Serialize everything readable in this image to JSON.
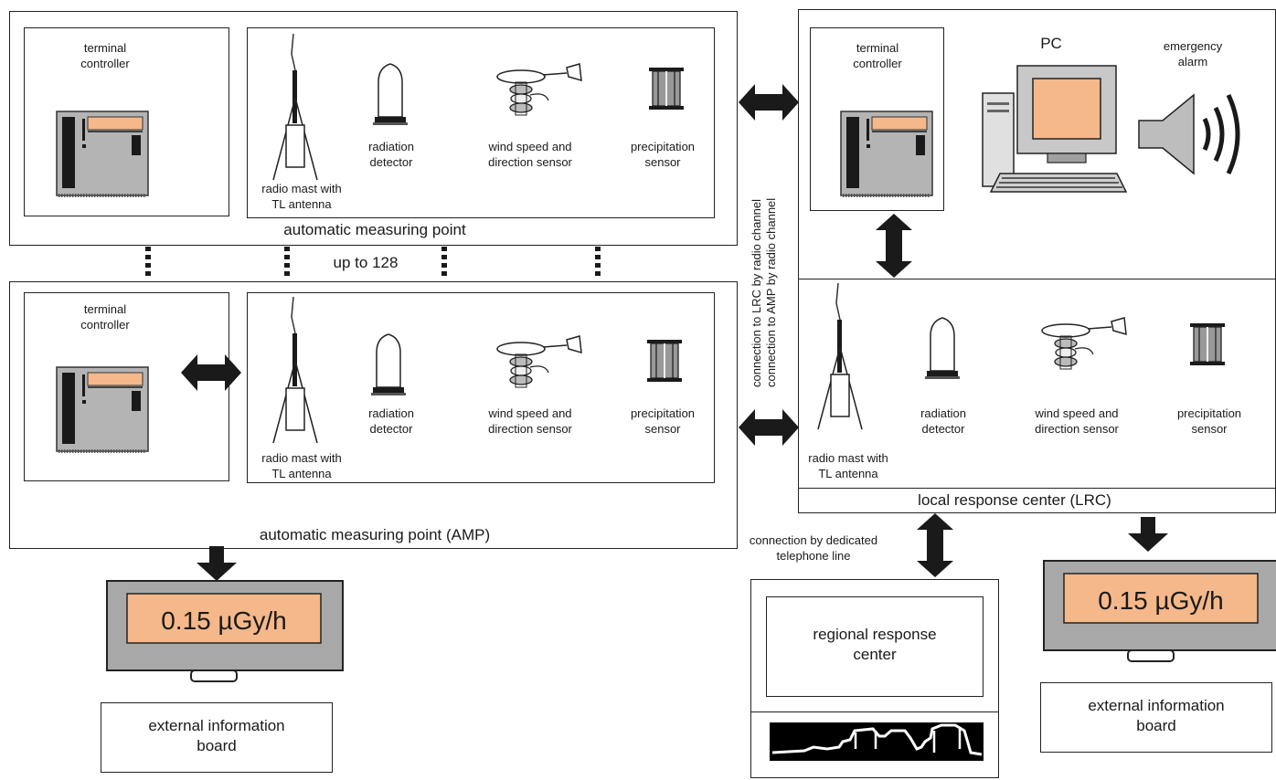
{
  "labels": {
    "terminal_controller": "terminal\ncontroller",
    "radio_mast": "radio mast with\nTL antenna",
    "radiation_detector": "radiation\ndetector",
    "wind_sensor": "wind speed and\ndirection sensor",
    "precip_sensor": "precipitation\nsensor",
    "pc": "PC",
    "emergency_alarm": "emergency\nalarm",
    "amp_top_caption": "automatic measuring point",
    "amp_bottom_caption": "automatic measuring point  (AMP)",
    "up_to": "up to 128",
    "lrc_caption": "local response center (LRC)",
    "conn_lrc": "connection to LRC by radio channel",
    "conn_amp": "connection to AMP by radio channel",
    "conn_telephone": "connection by dedicated\ntelephone line",
    "regional": "regional response\ncenter",
    "display_value": "0.15 µGy/h",
    "external_board": "external information\nboard"
  },
  "colors": {
    "display": "#f5b88a",
    "panel_gray": "#b4b4b4",
    "dark": "#1a1a1a"
  }
}
